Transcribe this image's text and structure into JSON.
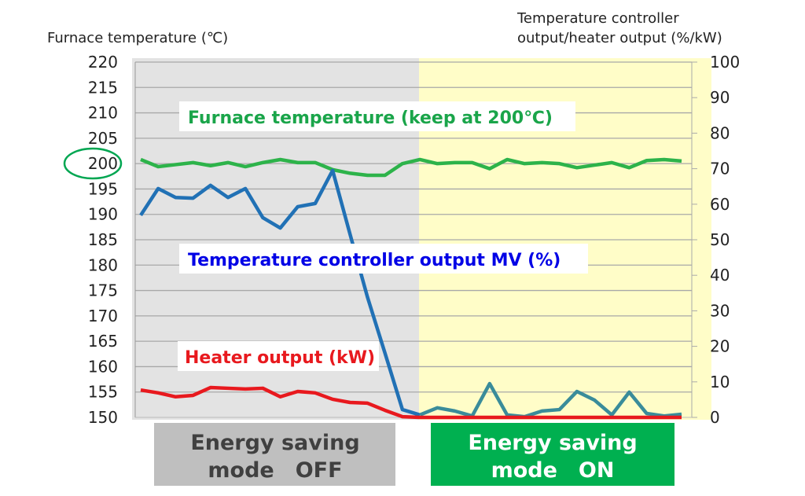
{
  "chart_data": {
    "type": "line",
    "left_axis": {
      "label": "Furnace temperature (℃)",
      "range": [
        150,
        220
      ],
      "ticks": [
        150,
        155,
        160,
        165,
        170,
        175,
        180,
        185,
        190,
        195,
        200,
        205,
        210,
        215,
        220
      ],
      "highlighted_tick": 200
    },
    "right_axis": {
      "label_line1": "Temperature controller",
      "label_line2": "output/heater output (%/kW)",
      "range": [
        0,
        100
      ],
      "ticks": [
        0,
        10,
        20,
        30,
        40,
        50,
        60,
        70,
        80,
        90,
        100
      ]
    },
    "grid": true,
    "x_count": 32,
    "mode_split_index": 16,
    "series": [
      {
        "name": "Furnace temperature (keep at 200℃)",
        "axis": "left",
        "color": "#2db34a",
        "values": [
          200.8,
          199.4,
          199.8,
          200.2,
          199.6,
          200.2,
          199.4,
          200.2,
          200.8,
          200.2,
          200.2,
          198.8,
          198.1,
          197.7,
          197.7,
          200.0,
          200.8,
          200.0,
          200.2,
          200.2,
          199.0,
          200.8,
          200.0,
          200.2,
          200.0,
          199.2,
          199.7,
          200.2,
          199.2,
          200.6,
          200.8,
          200.5
        ]
      },
      {
        "name": "Temperature controller output MV (%)",
        "axis": "right",
        "color": "#2171b5",
        "values": [
          56.9,
          64.4,
          61.9,
          61.7,
          65.3,
          61.9,
          64.4,
          56.2,
          53.3,
          59.3,
          60.2,
          69.5,
          51.5,
          33.8,
          18.1,
          2.2,
          0.7,
          2.7,
          1.8,
          0.4,
          9.5,
          0.7,
          0.2,
          1.8,
          2.2,
          7.3,
          4.9,
          0.7,
          7.1,
          1.1,
          0.4,
          0.9
        ]
      },
      {
        "name": "Heater output (kW)",
        "axis": "right",
        "color": "#e8191e",
        "values": [
          7.7,
          6.9,
          5.8,
          6.2,
          8.4,
          8.2,
          8.0,
          8.2,
          5.8,
          7.3,
          6.9,
          5.1,
          4.2,
          4.0,
          2.0,
          0.2,
          0,
          0,
          0,
          0,
          0,
          0,
          0,
          0,
          0,
          0,
          0,
          0,
          0,
          0,
          0,
          0
        ]
      }
    ],
    "annotations": {
      "temp": "Furnace temperature (keep at 200℃)",
      "mv": "Temperature controller output MV (%)",
      "heater": "Heater output (kW)"
    },
    "modes": {
      "off_line1": "Energy saving",
      "off_line2": "mode　OFF",
      "on_line1": "Energy saving",
      "on_line2": "mode　ON"
    },
    "colors": {
      "off_bg": "#e3e3e3",
      "on_bg": "#fffdc8",
      "off_box": "#bfbfbf",
      "on_box": "#00b050",
      "off_text": "#404040",
      "on_text": "#ffffff",
      "mv_after": "#3a8c9a"
    }
  }
}
